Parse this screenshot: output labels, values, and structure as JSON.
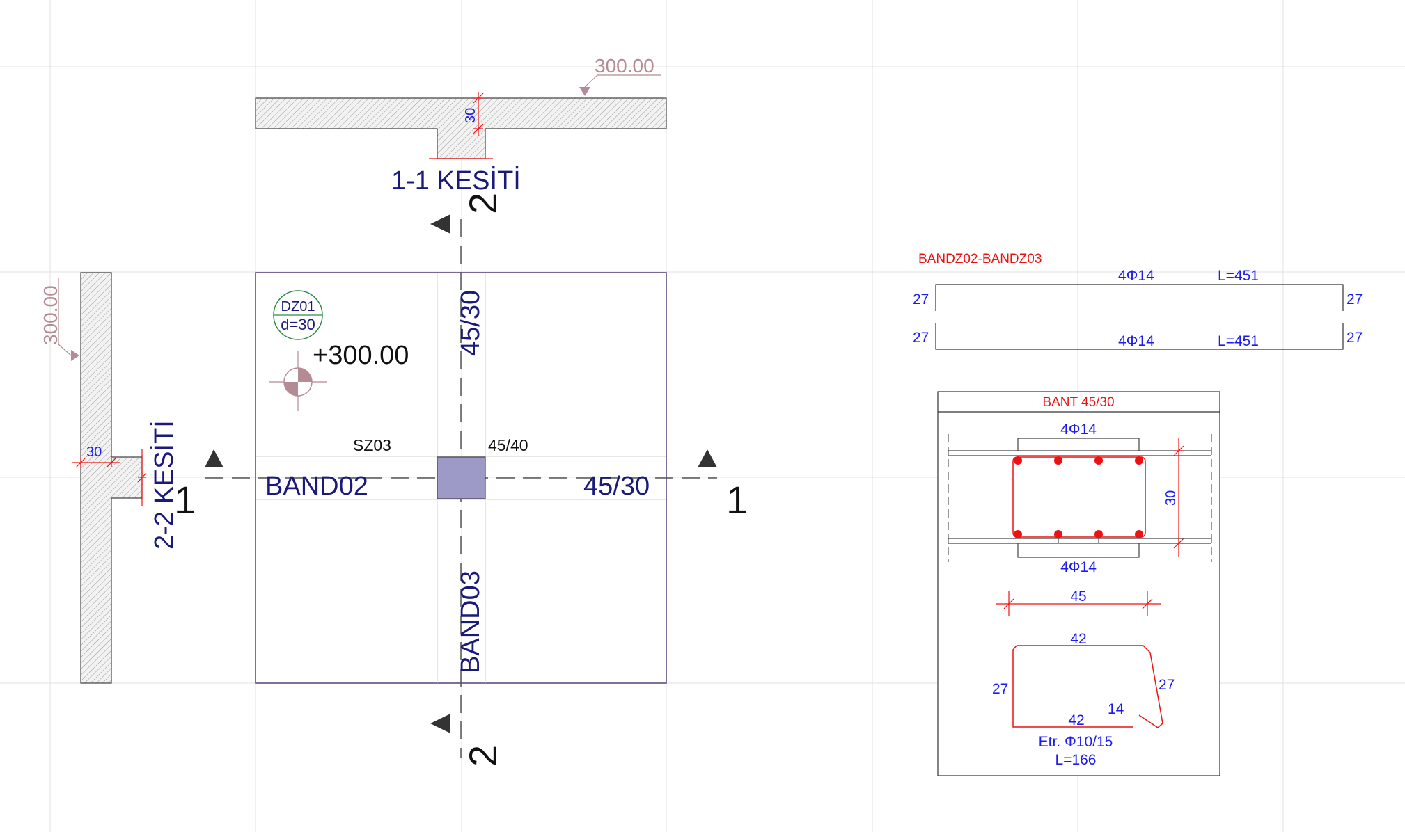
{
  "colors": {
    "grid": "#e2e2e2",
    "navy": "#1a1a7a",
    "blue": "#1c1cf0",
    "red": "#ee1111",
    "mauve": "#b48a94",
    "outline": "#55407a",
    "column": "#9e9ac8",
    "black": "#111111"
  },
  "section_1_1": {
    "title": "1-1 KESİTİ",
    "elevation": "300.00",
    "dim_thickness": "30"
  },
  "section_2_2": {
    "title": "2-2 KESİTİ",
    "elevation": "300.00",
    "dim_thickness": "30"
  },
  "plan": {
    "slab_tag": "DZ01",
    "slab_thickness": "d=30",
    "elevation": "+300.00",
    "column_name": "SZ03",
    "column_size": "45/40",
    "band_h_name": "BAND02",
    "band_h_size": "45/30",
    "band_v_name": "BAND03",
    "band_v_size": "45/30",
    "cut_1_label": "1",
    "cut_2_label": "2"
  },
  "rebar_schedule": {
    "title": "BANDZ02-BANDZ03",
    "top_bar": {
      "count": "4Φ14",
      "length": "L=451",
      "hook_left": "27",
      "hook_right": "27"
    },
    "bottom_bar": {
      "count": "4Φ14",
      "length": "L=451",
      "hook_left": "27",
      "hook_right": "27"
    }
  },
  "band_section": {
    "title": "BANT 45/30",
    "top_rebar": "4Φ14",
    "bottom_rebar": "4Φ14",
    "height_dim": "30",
    "width_dim": "45",
    "stirrup": {
      "top": "42",
      "bottom": "42",
      "left": "27",
      "right": "27",
      "hook": "14",
      "spec": "Etr. Φ10/15",
      "length": "L=166"
    }
  }
}
